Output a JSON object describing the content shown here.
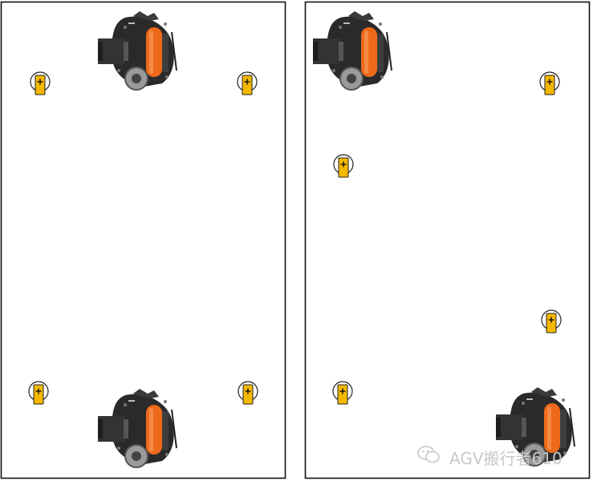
{
  "colors": {
    "frame": "#111111",
    "caster_body": "#f5b800",
    "caster_outline": "#222222",
    "drive_dark": "#2a2a2a",
    "drive_mid": "#444444",
    "wheel_orange": "#ee6a1a",
    "hub_silver": "#9a9a9a",
    "watermark": "#c8c8c8"
  },
  "icons": {
    "caster": "swivel-caster-icon",
    "drive_unit": "drive-wheel-unit-icon",
    "watermark_logo": "wechat-logo-icon"
  },
  "diagrams": [
    {
      "name": "layout-diamond",
      "drive_units": 2,
      "casters": 4
    },
    {
      "name": "layout-diagonal",
      "drive_units": 2,
      "casters": 4
    }
  ],
  "watermark": {
    "text": "AGV搬行者610"
  }
}
